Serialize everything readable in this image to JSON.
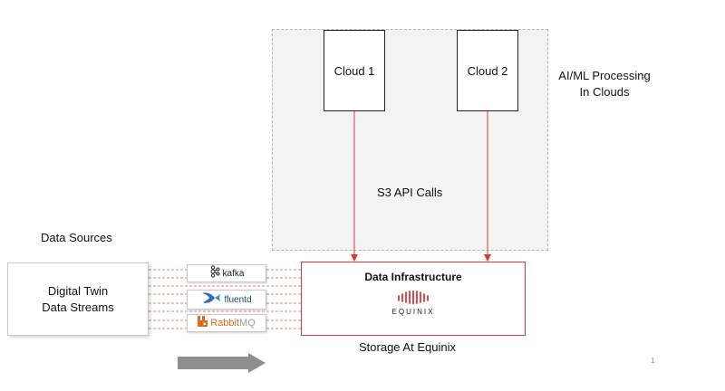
{
  "cloud_region": {
    "cloud1_label": "Cloud 1",
    "cloud2_label": "Cloud 2",
    "title_line1": "AI/ML Processing",
    "title_line2": "In Clouds"
  },
  "edge_label": "S3 API Calls",
  "data_sources": {
    "title": "Data Sources",
    "box_line1": "Digital Twin",
    "box_line2": "Data Streams"
  },
  "connectors": {
    "kafka": {
      "label": "kafka",
      "icon": "kafka-logo-icon"
    },
    "fluentd": {
      "label": "fluentd",
      "icon": "fluentd-logo-icon"
    },
    "rabbitmq": {
      "label_main": "Rabbit",
      "label_suffix": "MQ",
      "icon": "rabbitmq-logo-icon"
    }
  },
  "infrastructure": {
    "title": "Data Infrastructure",
    "brand": "EQUINIX",
    "caption": "Storage At Equinix"
  },
  "page_number": "1",
  "colors": {
    "accent_red": "#d83a3a",
    "line_gray": "#c8c8c8",
    "flow_arrow": "#8e8e8e",
    "region_fill": "#f3f3f3"
  }
}
